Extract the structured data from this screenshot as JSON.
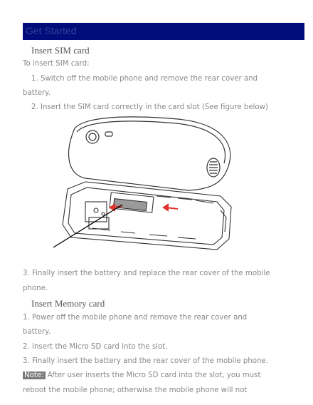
{
  "banner": {
    "title": "Get Started"
  },
  "sim_section": {
    "heading": "Insert SIM card",
    "intro": "To insert SIM card:",
    "step1_line1": "1. Switch off the mobile phone and remove the rear cover and",
    "step1_line2": "battery.",
    "step2": "2. Insert the SIM card correctly in the card slot (See figure below)",
    "step3_line1": "3. Finally insert the battery and replace the rear cover of the mobile",
    "step3_line2": "phone."
  },
  "memory_section": {
    "heading": "Insert Memory card",
    "step1_line1": "1. Power off the mobile phone and remove the rear cover and",
    "step1_line2": "battery.",
    "step2": "2. Insert the Micro SD card into the slot.",
    "step3": "3. Finally insert the battery and the rear cover of the mobile phone.",
    "note_label": "Note:",
    "note_line1": " After user inserts the Micro SD card into the slot, you must",
    "note_line2": "reboot the mobile phone; otherwise the mobile phone will not"
  },
  "figure": {
    "description_icon": "phone-sim-slot-diagram",
    "accent_color": "#e0332c"
  }
}
